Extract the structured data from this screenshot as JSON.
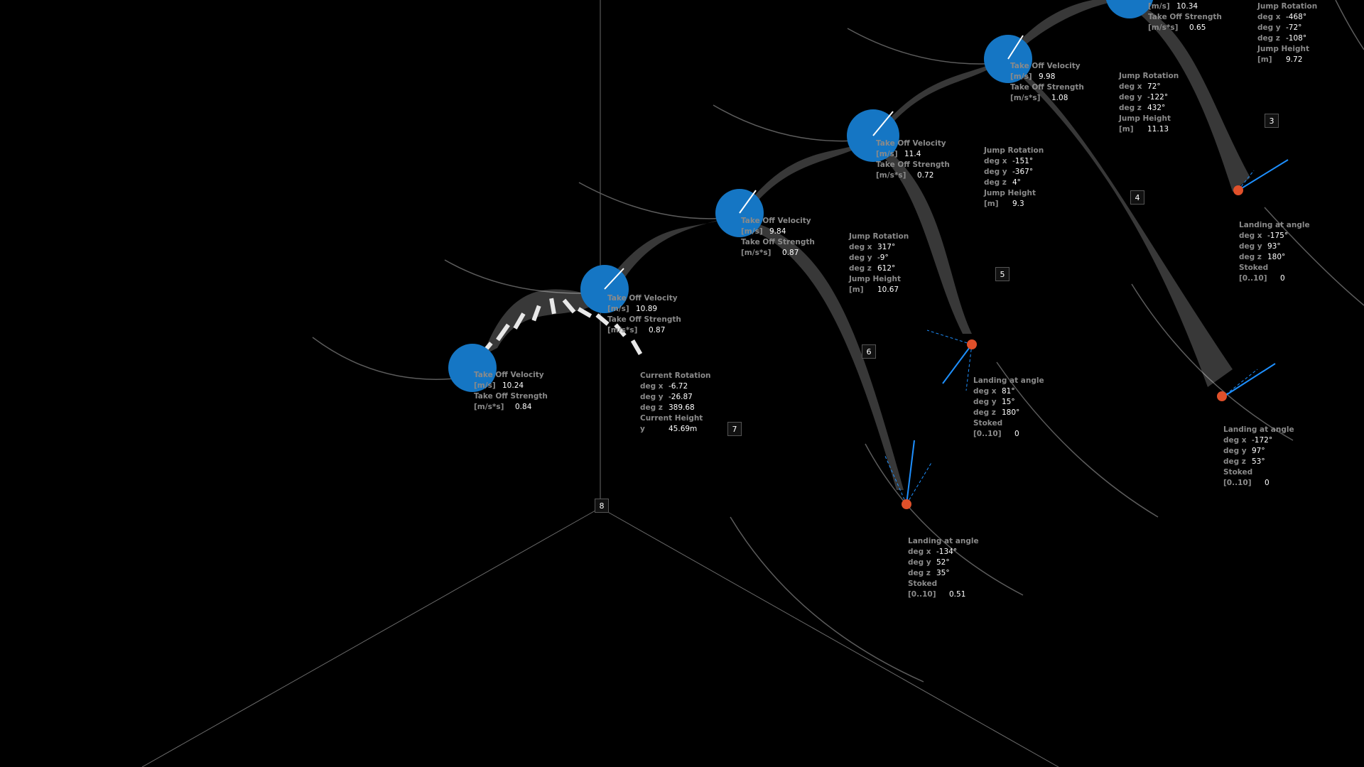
{
  "colors": {
    "background": "#000000",
    "sphere": "#1576c4",
    "landing": "#e0502a",
    "vector": "#1e90ff",
    "ribbon": "#ffffff"
  },
  "markers": [
    "3",
    "4",
    "5",
    "6",
    "7",
    "8"
  ],
  "takeoff_blocks": [
    {
      "rows": [
        [
          "Take Off Velocity"
        ],
        [
          "[m/s]",
          "10.24"
        ],
        [
          "Take Off Strength"
        ],
        [
          "[m/s*s]",
          "0.84"
        ]
      ]
    },
    {
      "rows": [
        [
          "Take Off Velocity"
        ],
        [
          "[m/s]",
          "10.89"
        ],
        [
          "Take Off Strength"
        ],
        [
          "[m/s*s]",
          "0.87"
        ]
      ]
    },
    {
      "rows": [
        [
          "Take Off Velocity"
        ],
        [
          "[m/s]",
          "9.84"
        ],
        [
          "Take Off Strength"
        ],
        [
          "[m/s*s]",
          "0.87"
        ]
      ]
    },
    {
      "rows": [
        [
          "Take Off Velocity"
        ],
        [
          "[m/s]",
          "11.4"
        ],
        [
          "Take Off Strength"
        ],
        [
          "[m/s*s]",
          "0.72"
        ]
      ]
    },
    {
      "rows": [
        [
          "Take Off Velocity"
        ],
        [
          "[m/s]",
          "9.98"
        ],
        [
          "Take Off Strength"
        ],
        [
          "[m/s*s]",
          "1.08"
        ]
      ]
    },
    {
      "rows": [
        [
          "[m/s]",
          "10.34"
        ],
        [
          "Take Off Strength"
        ],
        [
          "[m/s*s]",
          "0.65"
        ]
      ]
    }
  ],
  "jump_blocks": [
    {
      "rows": [
        [
          "Jump Rotation"
        ],
        [
          "deg x",
          "317°"
        ],
        [
          "deg y",
          "-9°"
        ],
        [
          "deg z",
          "612°"
        ],
        [
          "Jump Height"
        ],
        [
          "[m]",
          "10.67"
        ]
      ]
    },
    {
      "rows": [
        [
          "Jump Rotation"
        ],
        [
          "deg x",
          "-151°"
        ],
        [
          "deg y",
          "-367°"
        ],
        [
          "deg z",
          "4°"
        ],
        [
          "Jump Height"
        ],
        [
          "[m]",
          "9.3"
        ]
      ]
    },
    {
      "rows": [
        [
          "Jump Rotation"
        ],
        [
          "deg x",
          "72°"
        ],
        [
          "deg y",
          "-122°"
        ],
        [
          "deg z",
          "432°"
        ],
        [
          "Jump Height"
        ],
        [
          "[m]",
          "11.13"
        ]
      ]
    },
    {
      "rows": [
        [
          "Jump Rotation"
        ],
        [
          "deg x",
          "-468°"
        ],
        [
          "deg y",
          "-72°"
        ],
        [
          "deg z",
          "-108°"
        ],
        [
          "Jump Height"
        ],
        [
          "[m]",
          "9.72"
        ]
      ]
    }
  ],
  "current_block": {
    "rows": [
      [
        "Current Rotation"
      ],
      [
        "deg x",
        "-6.72"
      ],
      [
        "deg y",
        "-26.87"
      ],
      [
        "deg z",
        "389.68"
      ],
      [
        "Current Height"
      ],
      [
        "y",
        "45.69m"
      ]
    ]
  },
  "landing_blocks": [
    {
      "rows": [
        [
          "Landing at angle"
        ],
        [
          "deg x",
          "-134°"
        ],
        [
          "deg y",
          "52°"
        ],
        [
          "deg z",
          "35°"
        ],
        [
          "Stoked"
        ],
        [
          "[0..10]",
          "0.51"
        ]
      ]
    },
    {
      "rows": [
        [
          "Landing at angle"
        ],
        [
          "deg x",
          "81°"
        ],
        [
          "deg y",
          "15°"
        ],
        [
          "deg z",
          "180°"
        ],
        [
          "Stoked"
        ],
        [
          "[0..10]",
          "0"
        ]
      ]
    },
    {
      "rows": [
        [
          "Landing at angle"
        ],
        [
          "deg x",
          "-172°"
        ],
        [
          "deg y",
          "97°"
        ],
        [
          "deg z",
          "53°"
        ],
        [
          "Stoked"
        ],
        [
          "[0..10]",
          "0"
        ]
      ]
    },
    {
      "rows": [
        [
          "Landing at angle"
        ],
        [
          "deg x",
          "-175°"
        ],
        [
          "deg y",
          "93°"
        ],
        [
          "deg z",
          "180°"
        ],
        [
          "Stoked"
        ],
        [
          "[0..10]",
          "0"
        ]
      ]
    }
  ]
}
